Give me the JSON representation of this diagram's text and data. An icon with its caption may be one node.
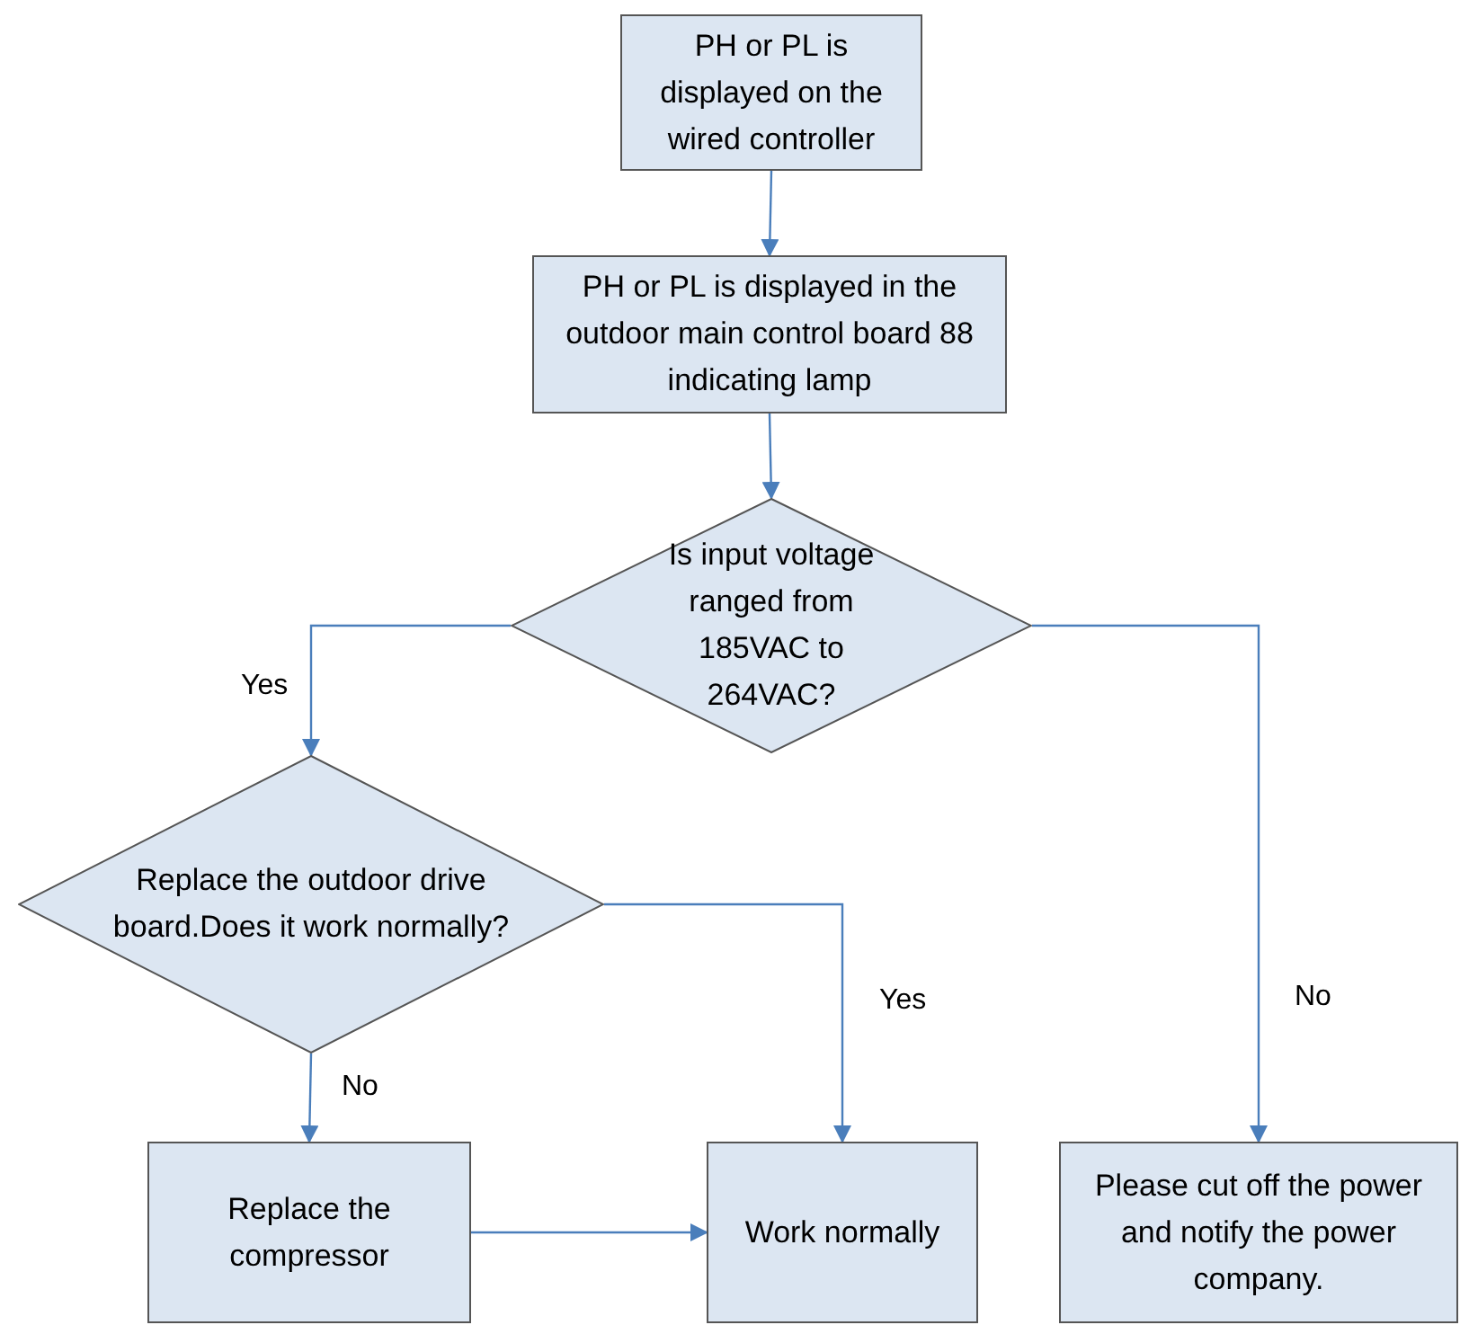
{
  "diagram": {
    "nodes": [
      {
        "text": [
          "PH or PL is displayed on the wired controller"
        ]
      },
      {
        "text": [
          "PH or PL is displayed in the outdoor main control board 88 indicating lamp"
        ]
      },
      {
        "text": [
          "Is input voltage ranged from 185VAC to 264VAC?"
        ]
      },
      {
        "text": [
          "Replace the outdoor drive board.Does it work normally?"
        ]
      },
      {
        "text": [
          "Replace the compressor"
        ]
      },
      {
        "text": [
          "Work normally"
        ]
      },
      {
        "text": [
          "Please cut off the power and notify the power company."
        ]
      }
    ],
    "edges": [
      {
        "from": 0,
        "to": 1,
        "arrow": "to"
      },
      {
        "from": 1,
        "to": 2,
        "arrow": "to"
      },
      {
        "from": 2,
        "to": 3,
        "arrow": "to",
        "label": "Yes"
      },
      {
        "from": 2,
        "to": 6,
        "arrow": "to",
        "label": "No"
      },
      {
        "from": 3,
        "to": 5,
        "arrow": "to",
        "label": "Yes"
      },
      {
        "from": 3,
        "to": 4,
        "arrow": "to",
        "label": "No"
      },
      {
        "from": 4,
        "to": 5,
        "arrow": "to"
      }
    ]
  }
}
